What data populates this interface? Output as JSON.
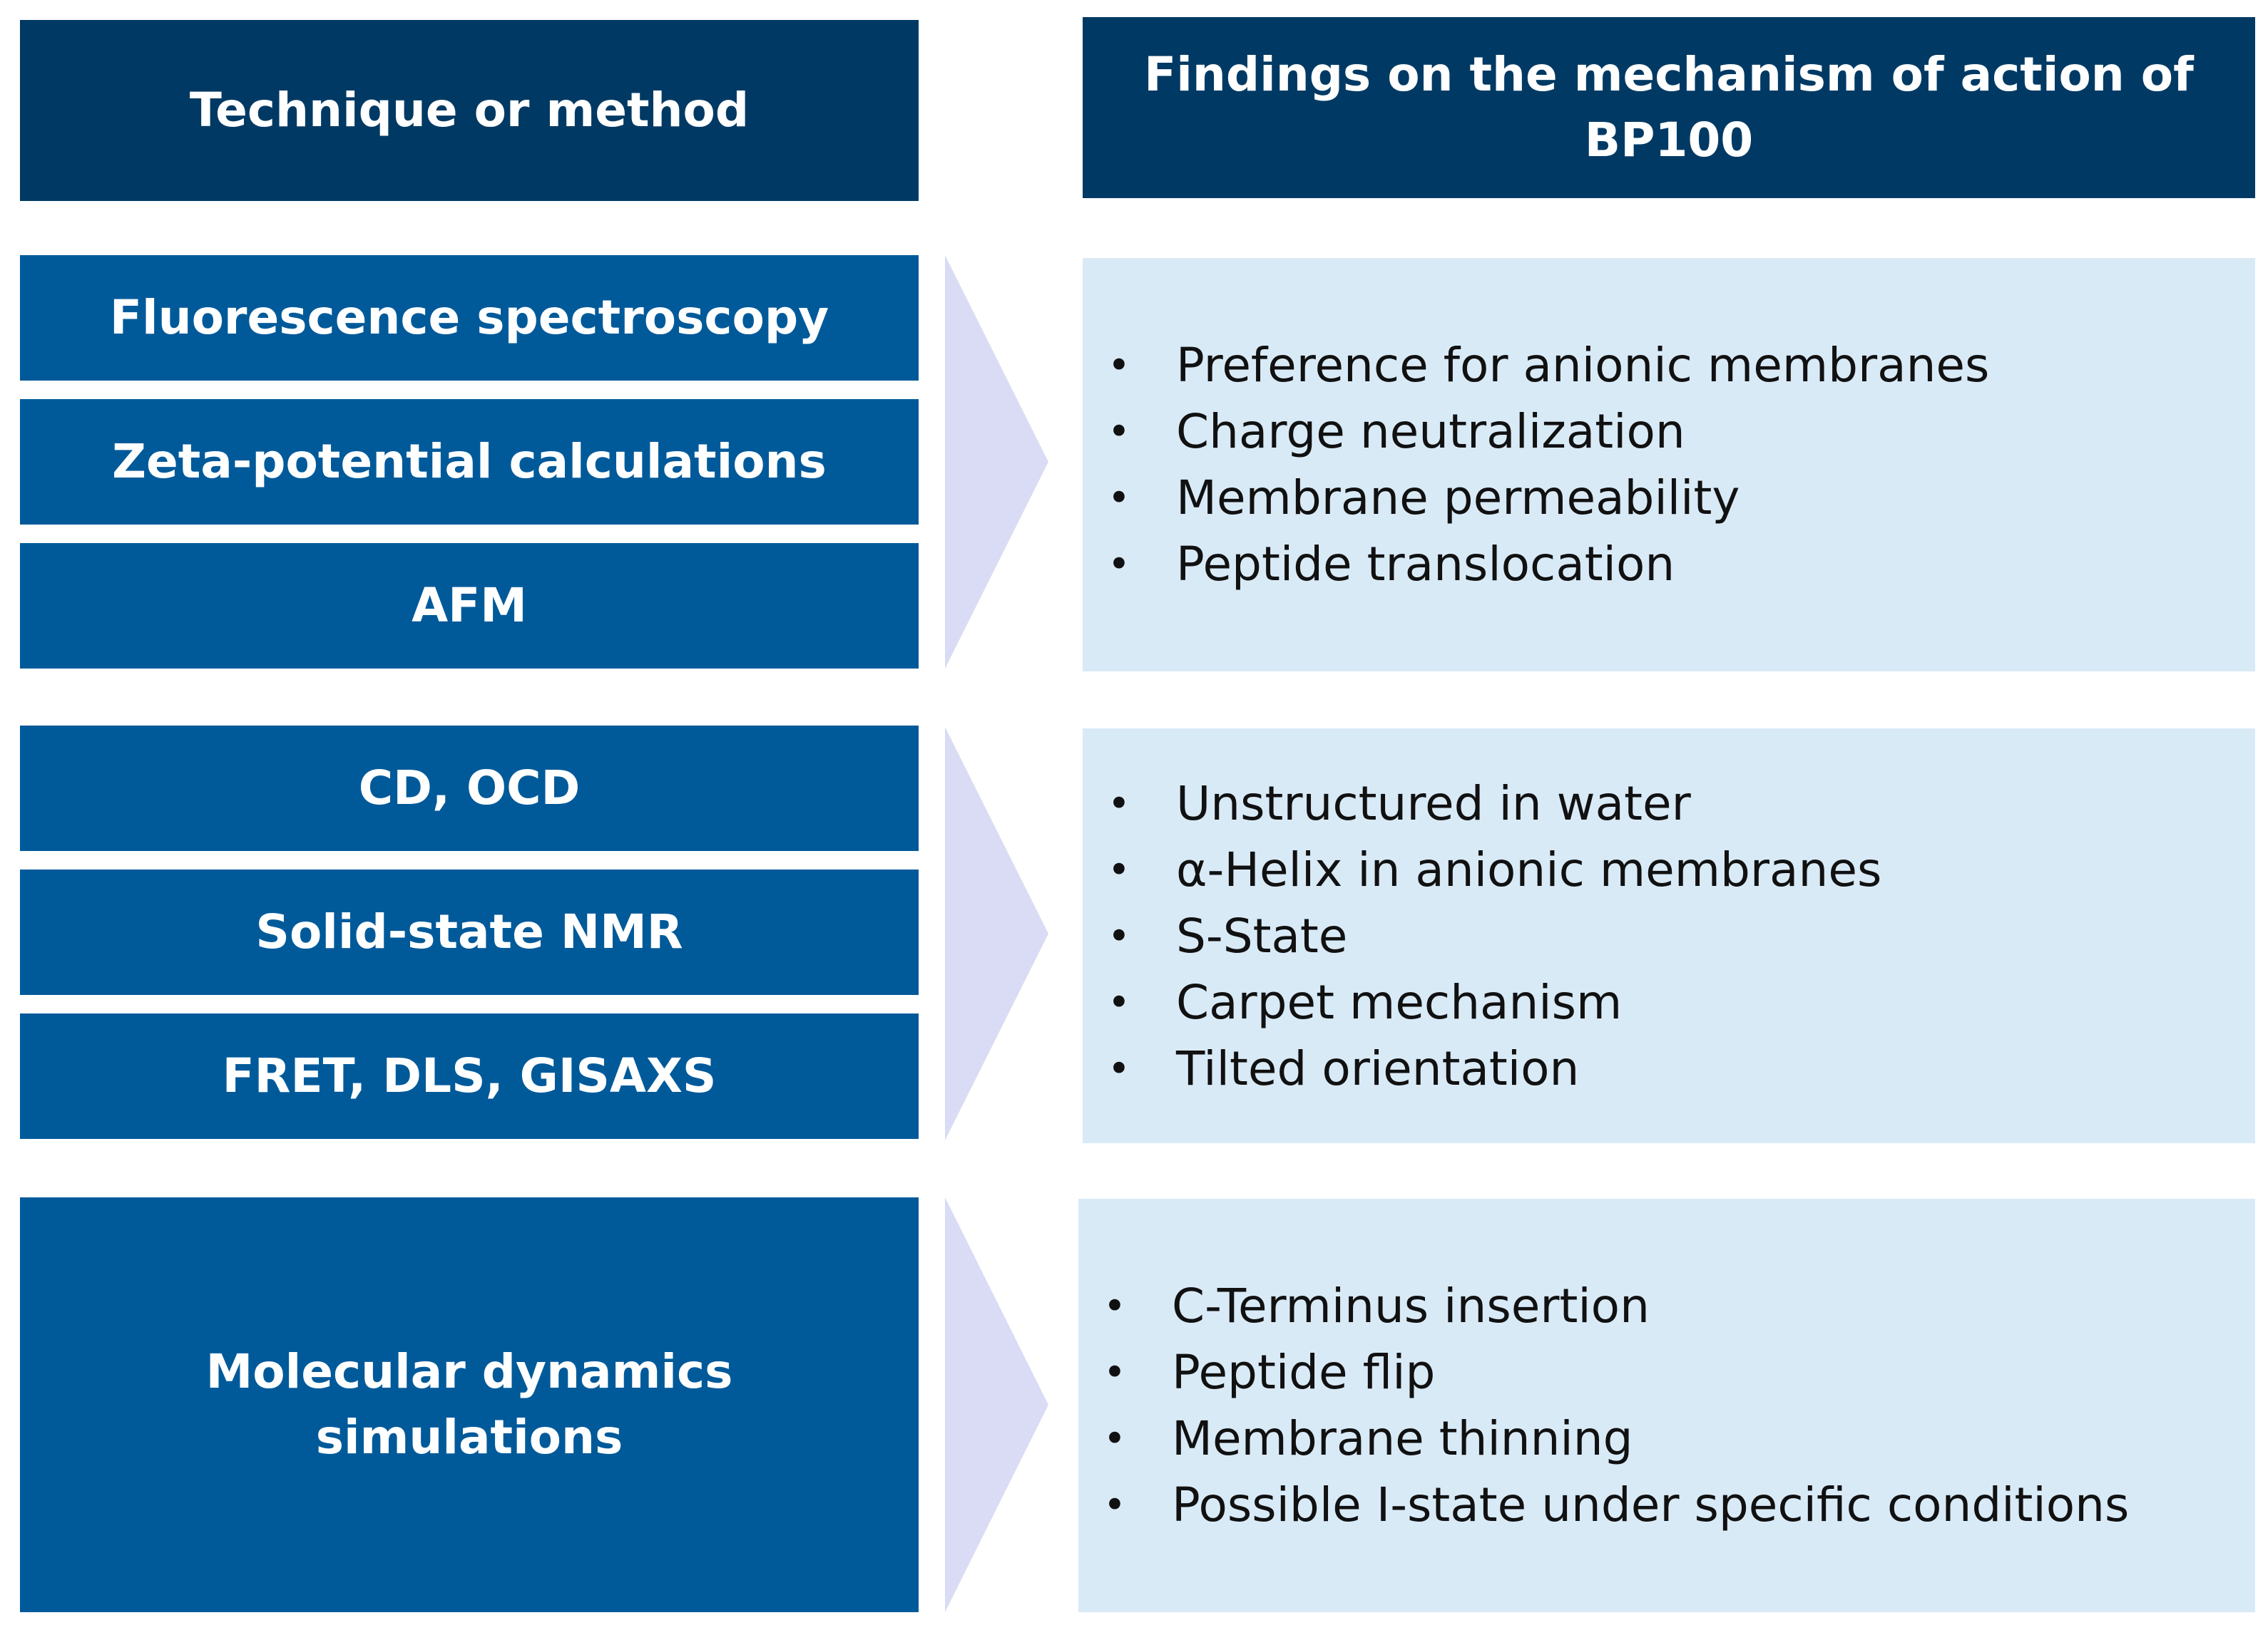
{
  "colors": {
    "header_bg": "#003a64",
    "technique_bg": "#005a9a",
    "finding_bg": "#d9eaf7",
    "arrow_fill": "#d9dcf4"
  },
  "headers": {
    "technique": "Technique or method",
    "findings_line1": "Findings on the mechanism of action of",
    "findings_line2": "BP100"
  },
  "groups": [
    {
      "techniques": [
        "Fluorescence spectroscopy",
        "Zeta-potential calculations",
        "AFM"
      ],
      "findings": [
        "Preference for anionic membranes",
        "Charge neutralization",
        "Membrane permeability",
        "Peptide translocation"
      ]
    },
    {
      "techniques": [
        "CD, OCD",
        "Solid-state NMR",
        "FRET, DLS, GISAXS"
      ],
      "findings": [
        "Unstructured in water",
        "α-Helix in anionic membranes",
        "S-State",
        "Carpet mechanism",
        "Tilted orientation"
      ]
    },
    {
      "techniques": [
        "Molecular dynamics",
        "simulations"
      ],
      "findings": [
        "C-Terminus insertion",
        "Peptide flip",
        "Membrane thinning",
        "Possible I-state under specific conditions"
      ]
    }
  ],
  "bullet_glyph": "•"
}
